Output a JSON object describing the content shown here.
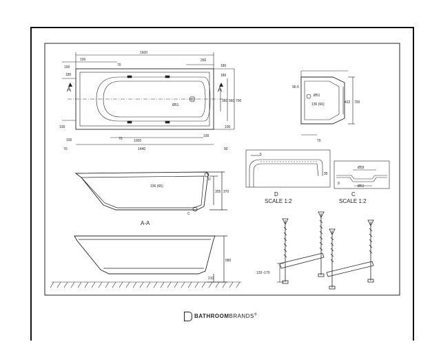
{
  "top_view": {
    "overall_length": "1600",
    "dims": [
      "100",
      "100",
      "70",
      "260",
      "180",
      "180",
      "180",
      "100",
      "100",
      "1005",
      "1440",
      "70",
      "90",
      "70",
      "100",
      "100"
    ],
    "right_dims": [
      "360",
      "560",
      "700"
    ],
    "drain_label": "Ø51",
    "section_marker": "A"
  },
  "end_view": {
    "dims": [
      "96.5",
      "Ø51",
      "136 (66)",
      "422",
      "700",
      "70"
    ]
  },
  "detail_d": {
    "edge_dim": "5",
    "height_dim": "35",
    "letter": "D",
    "scale": "SCALE 1:2"
  },
  "detail_c": {
    "dia_top": "Ø59",
    "dia_bottom": "Ø51",
    "small_dim": "9",
    "letter": "C",
    "scale": "SCALE 1:2"
  },
  "section_aa": {
    "depth_label": "136 (66)",
    "inner_depth": "355",
    "outer_depth": "370",
    "marker_d": "D",
    "marker_c": "C",
    "caption": "A-A"
  },
  "side_view": {
    "height_dim": "580",
    "leg_dim": "210"
  },
  "legs": {
    "adjust_range": "120~170"
  },
  "brand": {
    "name_bold": "BATHROOM",
    "name_rest": "BRANDS",
    "mark": "®"
  }
}
